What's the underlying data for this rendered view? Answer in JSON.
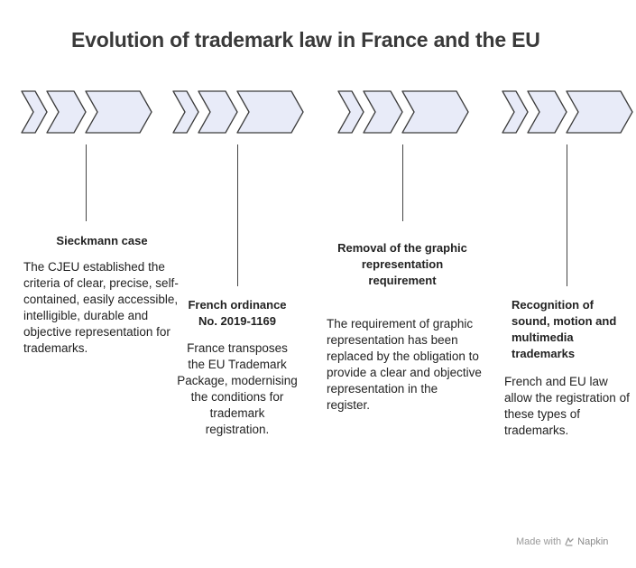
{
  "title": "Evolution of trademark law in France and the EU",
  "colors": {
    "arrow_fill": "#e8ebf8",
    "arrow_stroke": "#3c3c3c",
    "line": "#444444"
  },
  "milestones": [
    {
      "heading": "Sieckmann case",
      "description": "The CJEU established the criteria of clear, precise, self-contained, easily accessible, intelligible, durable and objective representation for trademarks."
    },
    {
      "heading": "French ordinance No. 2019-1169",
      "description": "France transposes the EU Trademark Package, modernising the conditions for trademark registration."
    },
    {
      "heading": "Removal of the graphic representation requirement",
      "description": "The requirement of graphic representation has been replaced by the obligation to provide a clear and objective representation in the register."
    },
    {
      "heading": "Recognition of sound, motion and multimedia trademarks",
      "description": "French and EU law allow the registration of these types of trademarks."
    }
  ],
  "footer": {
    "made_with": "Made with",
    "brand": "Napkin",
    "icon": "napkin-logo-icon"
  }
}
